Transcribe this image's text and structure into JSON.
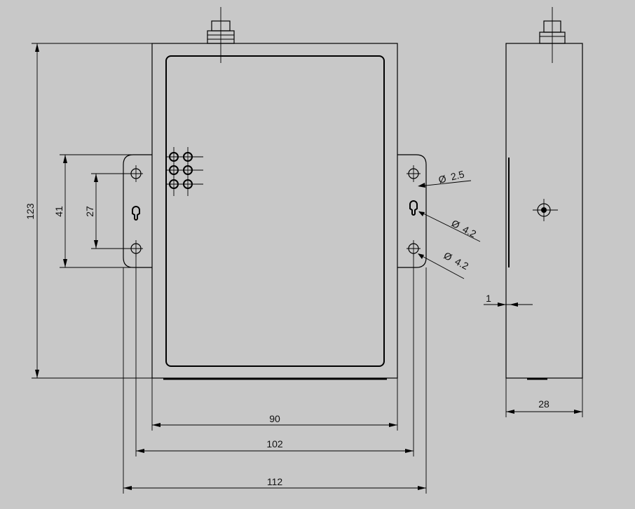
{
  "background": "#c8c8c8",
  "dimensions": {
    "height_total": "123",
    "hole_spacing_outer": "41",
    "hole_spacing_inner": "27",
    "width_body": "90",
    "width_holes": "102",
    "width_total": "112",
    "depth": "28",
    "plate_thickness": "1"
  },
  "callouts": {
    "hole_small": "2.5",
    "hole_keyhole": "4.2",
    "hole_mount": "4.2",
    "diameter_symbol": "Ø"
  }
}
